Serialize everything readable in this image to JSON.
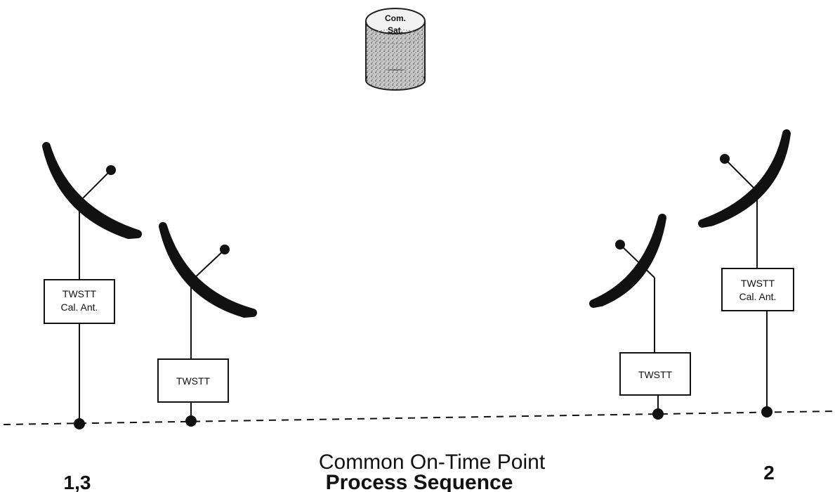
{
  "satellite": {
    "label_line1": "Com.",
    "label_line2": "Sat."
  },
  "stations": {
    "left_cal": {
      "line1": "TWSTT",
      "line2": "Cal. Ant."
    },
    "left_main": {
      "line1": "TWSTT"
    },
    "right_main": {
      "line1": "TWSTT"
    },
    "right_cal": {
      "line1": "TWSTT",
      "line2": "Cal. Ant."
    }
  },
  "reference_line_label": "Common On-Time Point",
  "caption": "Process Sequence",
  "left_step_label": "1,3",
  "right_step_label": "2"
}
